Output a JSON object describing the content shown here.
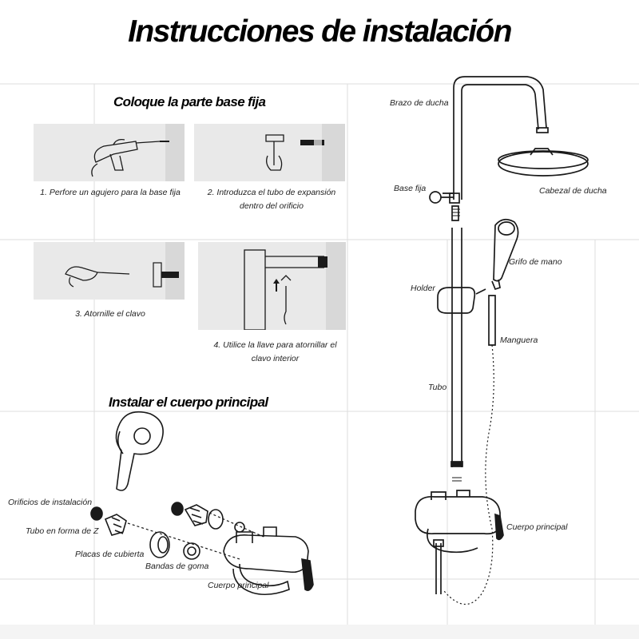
{
  "title": "Instrucciones de instalación",
  "section1": {
    "title": "Coloque la parte base fija",
    "steps": [
      {
        "caption": "1. Perfore un agujero para la base fija"
      },
      {
        "caption": "2. Introduzca el tubo de expansión dentro del orificio"
      },
      {
        "caption": "3. Atornille el clavo"
      },
      {
        "caption": "4. Utilice la llave para atornillar el clavo interior"
      }
    ]
  },
  "section2": {
    "title": "Instalar el cuerpo principal",
    "labels": {
      "install_holes": "Orificios de instalación",
      "z_pipe": "Tubo en forma de Z",
      "cover_plates": "Placas de cubierta",
      "rubber_bands": "Bandas de goma",
      "main_body": "Cuerpo principal"
    }
  },
  "shower": {
    "labels": {
      "arm": "Brazo de ducha",
      "fixed_base": "Base fija",
      "head": "Cabezal de ducha",
      "hand_shower": "Grifo de mano",
      "holder": "Holder",
      "hose": "Manguera",
      "pipe": "Tubo",
      "main_body": "Cuerpo principal"
    }
  },
  "colors": {
    "ink": "#1a1a1a",
    "panel": "#e9e9e9",
    "tile_line": "#dcdcdc"
  }
}
